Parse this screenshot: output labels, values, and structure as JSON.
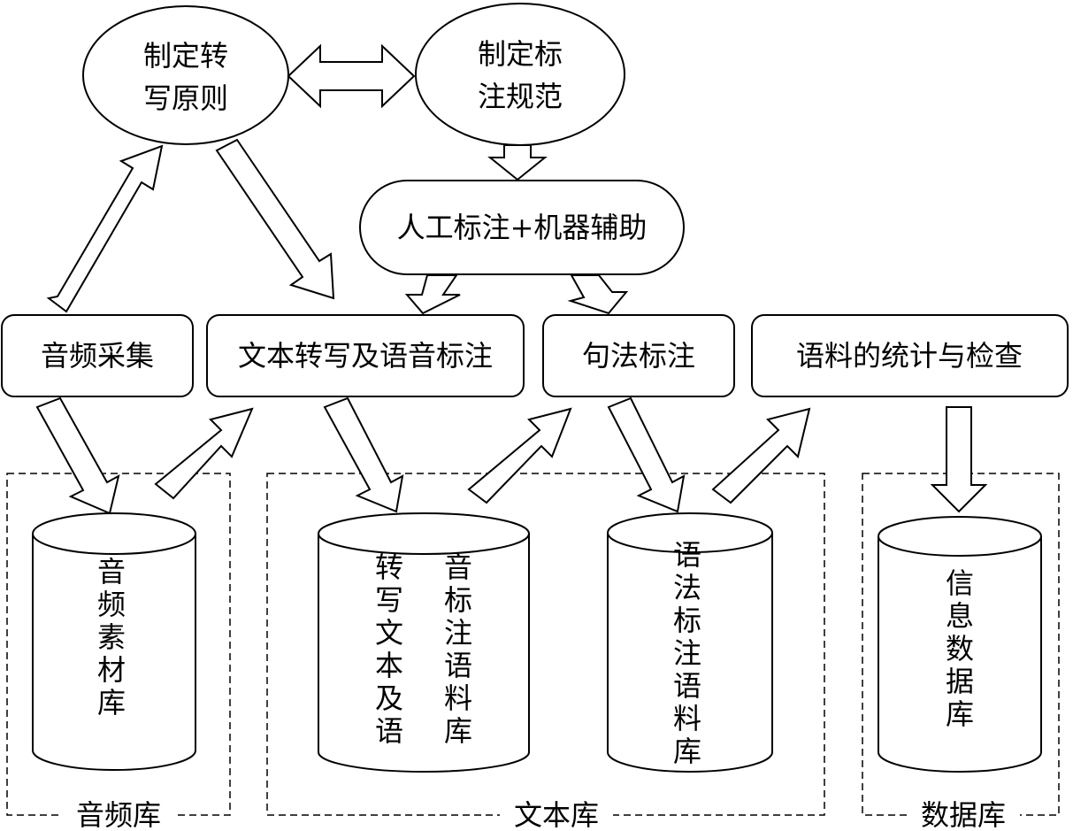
{
  "nodes": {
    "transcription_principles": {
      "line1": "制定转",
      "line2": "写原则"
    },
    "annotation_standard": {
      "line1": "制定标",
      "line2": "注规范"
    },
    "manual_annotation": {
      "label": "人工标注+机器辅助"
    },
    "audio_collection": {
      "label": "音频采集"
    },
    "text_transcription": {
      "label": "文本转写及语音标注"
    },
    "syntax_annotation": {
      "label": "句法标注"
    },
    "corpus_statistics": {
      "label": "语料的统计与检查"
    }
  },
  "databases": {
    "audio_material": {
      "label": "音频素材库"
    },
    "transcription_col1": {
      "label": "转写文本及语"
    },
    "transcription_col2": {
      "label": "音标注语料库"
    },
    "grammar_corpus": {
      "label": "语法标注语料库"
    },
    "information_db": {
      "label": "信息数据库"
    }
  },
  "groups": {
    "audio_library": {
      "label": "音频库"
    },
    "text_library": {
      "label": "文本库"
    },
    "database": {
      "label": "数据库"
    }
  }
}
